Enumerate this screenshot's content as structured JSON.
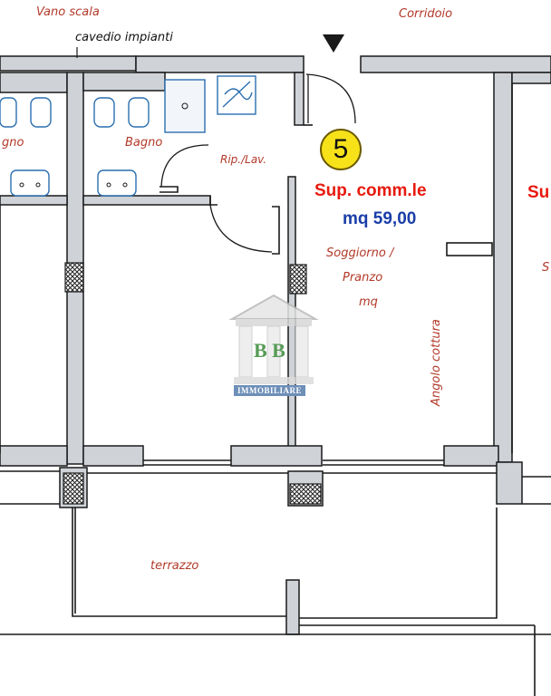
{
  "labels": {
    "vano_scala": "Vano scala",
    "corridoio": "Corridoio",
    "cavedio": "cavedio impianti",
    "bagno_left": "gno",
    "bagno": "Bagno",
    "rip_lav": "Rip./Lav.",
    "soggiorno": "Soggiorno /",
    "pranzo": "Pranzo",
    "mq_small": "mq",
    "angolo_cottura": "Angolo cottura",
    "terrazzo": "terrazzo",
    "right_cut_su": "Su",
    "right_cut_s": "S"
  },
  "unit": {
    "number": "5",
    "area_label": "Sup. comm.le",
    "area_value": "mq 59,00"
  },
  "watermark": {
    "letters": "B  B",
    "text": "IMMOBILIARE"
  },
  "colors": {
    "wall": "#1a1a1a",
    "wall_fill": "#cfd3d8",
    "room_text": "#b33a2a",
    "area_text": "#e8190e",
    "area_text_2": "#1a3ea8",
    "badge": "#f7e21a",
    "fixture": "#2a6fb0"
  }
}
